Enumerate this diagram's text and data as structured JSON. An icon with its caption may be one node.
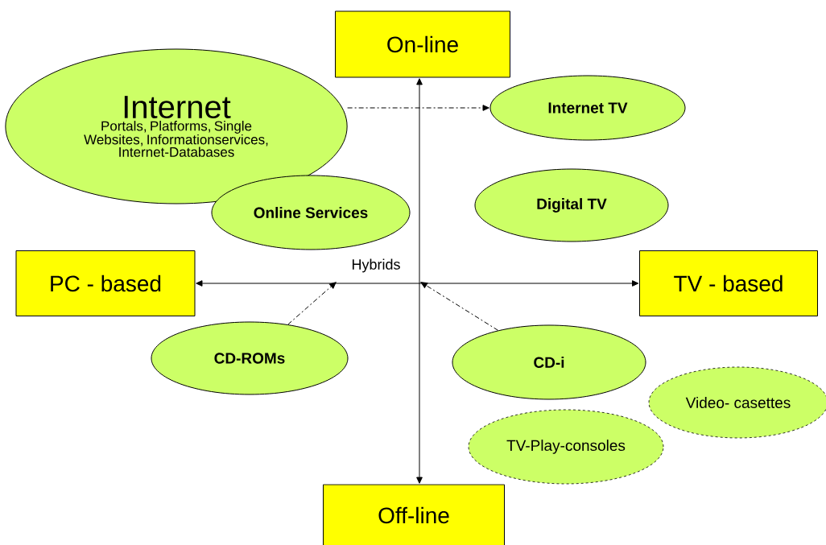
{
  "diagram": {
    "nodes": [
      {
        "text": [
          "On-line"
        ]
      },
      {
        "text": [
          "Internet",
          "Portals, Platforms, Single Websites, Informationservices, Internet-Databases"
        ]
      },
      {
        "text": [
          "Internet TV"
        ]
      },
      {
        "text": [
          "Online Services"
        ]
      },
      {
        "text": [
          "Digital TV"
        ]
      },
      {
        "text": [
          "PC - based"
        ]
      },
      {
        "text": [
          "TV - based"
        ]
      },
      {
        "text": [
          "CD-ROMs"
        ]
      },
      {
        "text": [
          "CD-i"
        ]
      },
      {
        "text": [
          "Video- casettes"
        ]
      },
      {
        "text": [
          "TV-Play-consoles"
        ]
      },
      {
        "text": [
          "Off-line"
        ]
      }
    ],
    "edges": [
      {
        "from": 11,
        "to": 0,
        "arrow": "both"
      },
      {
        "from": 5,
        "to": 6,
        "arrow": "both"
      },
      {
        "from": 1,
        "to": 2,
        "arrow": "to",
        "style": "dashed"
      },
      {
        "from": 7,
        "to": null,
        "arrow": "to",
        "style": "dashed"
      },
      {
        "from": 8,
        "to": null,
        "arrow": "to",
        "style": "dashed"
      }
    ],
    "labels": [
      "Hybrids"
    ]
  }
}
